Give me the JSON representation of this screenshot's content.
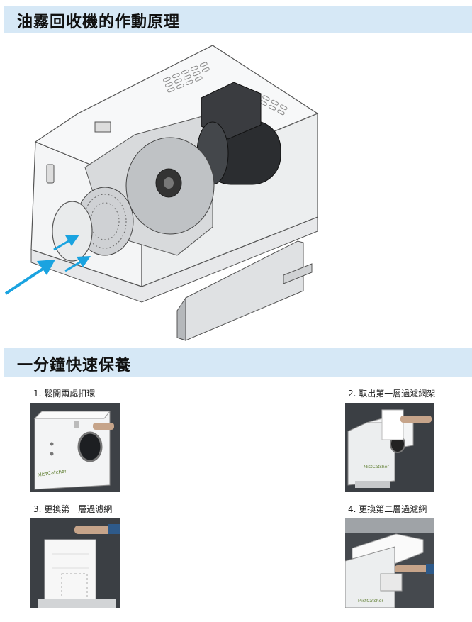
{
  "section1": {
    "title": "油霧回收機的作動原理"
  },
  "section2": {
    "title": "一分鐘快速保養"
  },
  "steps": [
    {
      "label": "1. 鬆開兩處扣環"
    },
    {
      "label": "2. 取出第一層過濾網架"
    },
    {
      "label": "3. 更換第一層過濾網"
    },
    {
      "label": "4. 更換第二層過濾網"
    }
  ],
  "brand": {
    "logo_text": "MistCatcher"
  },
  "colors": {
    "band": "#d6e8f6",
    "arrow": "#1aa3e0",
    "housing": "#f2f3f4",
    "dark_bg": "#3b3f44"
  }
}
